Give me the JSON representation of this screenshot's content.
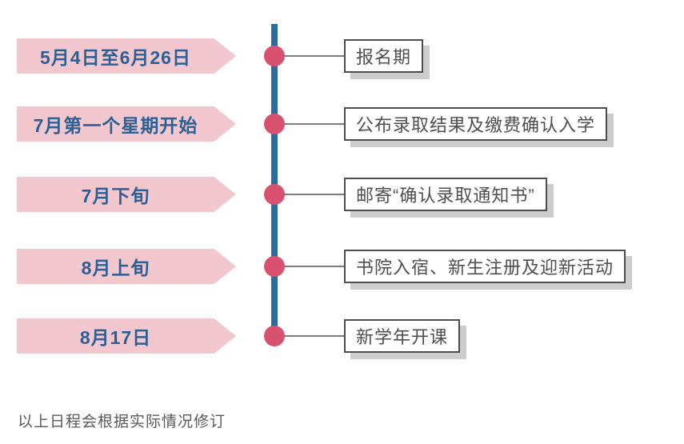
{
  "timeline": {
    "items": [
      {
        "date": "5月4日至6月26日",
        "event": "报名期"
      },
      {
        "date": "7月第一个星期开始",
        "event": "公布录取结果及缴费确认入学"
      },
      {
        "date": "7月下旬",
        "event": "邮寄“确认录取通知书”"
      },
      {
        "date": "8月上旬",
        "event": "书院入宿、新生注册及迎新活动"
      },
      {
        "date": "8月17日",
        "event": "新学年开课"
      }
    ],
    "footnote": "以上日程会根据实际情况修订"
  },
  "colors": {
    "arrow_fill": "#f2c7cd",
    "date_text": "#2c5f95",
    "line": "#2e6b9d",
    "dot": "#d8516f",
    "connector": "#7d7d7d",
    "box_border": "#4d4d4d",
    "box_text": "#4f4f4f",
    "shadow": "#cdcdcd",
    "footnote_text": "#5a5a5a"
  }
}
